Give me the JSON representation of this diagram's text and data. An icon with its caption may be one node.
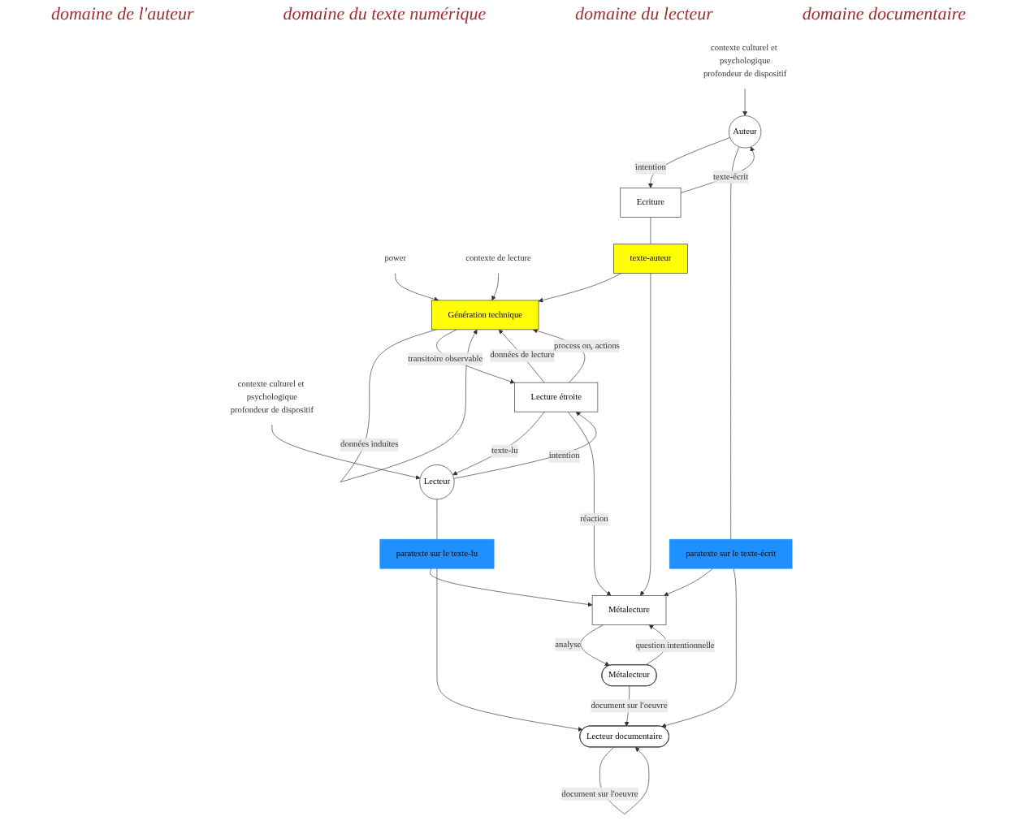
{
  "diagram": {
    "nodes": [
      {
        "text": [
          "contexte culturel et psychologique",
          "profondeur de dispositif"
        ]
      },
      {
        "text": [
          "power"
        ]
      },
      {
        "text": [
          "contexte de lecture"
        ]
      },
      {
        "text": [
          "contexte culturel et psychologique",
          "profondeur de dispositif"
        ]
      },
      {
        "text": [
          "Auteur"
        ]
      },
      {
        "text": [
          "Ecriture"
        ]
      },
      {
        "text": [
          "texte-auteur"
        ]
      },
      {
        "text": [
          "Génération technique"
        ]
      },
      {
        "text": [
          "Lecture étroite"
        ]
      },
      {
        "text": [
          "Lecteur"
        ]
      },
      {
        "text": [
          "paratexte sur le texte-écrit"
        ]
      },
      {
        "text": [
          "paratexte sur le texte-lu"
        ]
      },
      {
        "text": [
          "Métalecture"
        ]
      },
      {
        "text": [
          "Métalecteur"
        ]
      },
      {
        "text": [
          "Lecteur documentaire"
        ]
      }
    ],
    "edges": [
      {
        "from": 0,
        "to": 4,
        "arrow": "to"
      },
      {
        "from": 4,
        "to": 5,
        "label": "intention",
        "arrow": "to"
      },
      {
        "from": 5,
        "to": 4,
        "label": "texte-écrit",
        "arrow": "to"
      },
      {
        "from": 5,
        "to": 6,
        "arrow": "none"
      },
      {
        "from": 6,
        "to": 7,
        "arrow": "to"
      },
      {
        "from": 1,
        "to": 7,
        "arrow": "to"
      },
      {
        "from": 2,
        "to": 7,
        "arrow": "to"
      },
      {
        "from": 7,
        "to": 7,
        "label": "données induites",
        "arrow": "to"
      },
      {
        "from": 8,
        "to": 7,
        "label": "données de lecture",
        "arrow": "to"
      },
      {
        "from": 7,
        "to": 8,
        "label": "transitoire observable",
        "arrow": "to"
      },
      {
        "from": 8,
        "to": 7,
        "label": "process on, actions",
        "arrow": "to"
      },
      {
        "from": 9,
        "to": 8,
        "label": "intention",
        "arrow": "to"
      },
      {
        "from": 8,
        "to": 9,
        "label": "texte-lu",
        "arrow": "to"
      },
      {
        "from": 3,
        "to": 9,
        "arrow": "to"
      },
      {
        "from": 4,
        "to": 10,
        "arrow": "none"
      },
      {
        "from": 10,
        "to": 12,
        "arrow": "to"
      },
      {
        "from": 10,
        "to": 14,
        "arrow": "to"
      },
      {
        "from": 6,
        "to": 12,
        "arrow": "to"
      },
      {
        "from": 8,
        "to": 12,
        "label": "réaction",
        "arrow": "to"
      },
      {
        "from": 9,
        "to": 11,
        "arrow": "none"
      },
      {
        "from": 11,
        "to": 12,
        "arrow": "to"
      },
      {
        "from": 11,
        "to": 14,
        "arrow": "to"
      },
      {
        "from": 12,
        "to": 13,
        "label": "analyse",
        "arrow": "to"
      },
      {
        "from": 13,
        "to": 12,
        "label": "question intentionnelle",
        "arrow": "to"
      },
      {
        "from": 13,
        "to": 14,
        "label": "document sur l'oeuvre",
        "arrow": "to"
      },
      {
        "from": 14,
        "to": 14,
        "label": "document sur l'oeuvre",
        "arrow": "to"
      }
    ],
    "labels": [
      "domaine de l'auteur",
      "domaine du texte numérique",
      "domaine du lecteur",
      "domaine documentaire"
    ]
  }
}
